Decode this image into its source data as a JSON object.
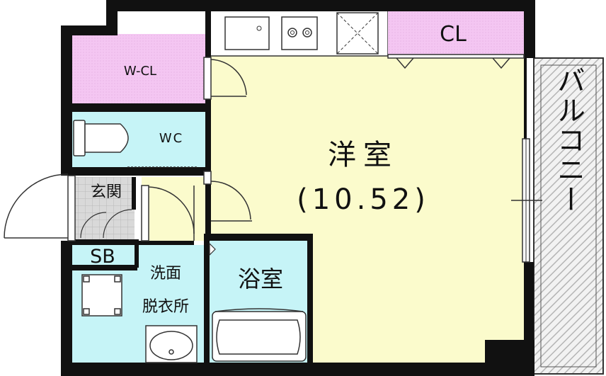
{
  "rooms": {
    "wcl": "W-CL",
    "cl": "CL",
    "wc": "WC",
    "genkan": "玄関",
    "sb": "SB",
    "washroom_line1": "洗面",
    "washroom_line2": "脱衣所",
    "bath": "浴室",
    "main_room": "洋室",
    "main_room_area": "(10.52)",
    "balcony": "バルコニー"
  },
  "colors": {
    "wall": "#111111",
    "main_room": "#fbfbcc",
    "closet": "#f4c6f2",
    "water_area": "#c6f4f7",
    "kitchen": "#ffffff",
    "balcony_hatch": "#c8c8c8",
    "entrance_tile": "#d6d6d6"
  }
}
